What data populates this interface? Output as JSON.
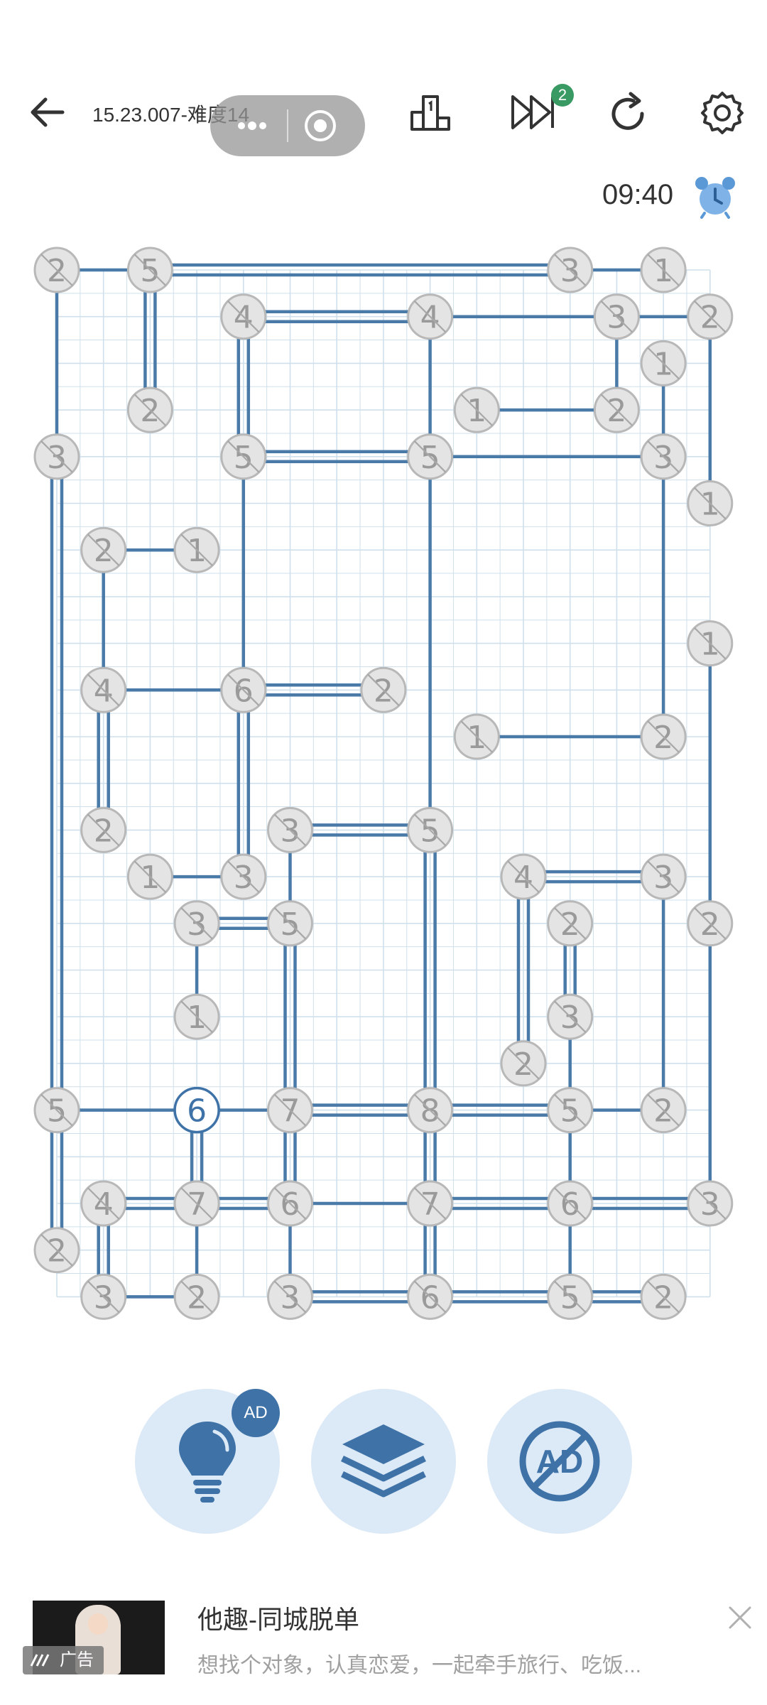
{
  "header": {
    "title": "15.23.007-难度14",
    "skip_badge_count": "2",
    "timer": "09:40"
  },
  "icons": {
    "back": "back-arrow-icon",
    "capsule_more": "more-dots-icon",
    "capsule_close": "target-close-icon",
    "rank": "podium-icon",
    "skip": "fast-forward-icon",
    "restart": "refresh-icon",
    "settings": "gear-icon",
    "alarm": "alarm-clock-icon",
    "hint": "light-bulb-icon",
    "layers": "layers-icon",
    "noad": "no-ad-icon",
    "close": "close-icon"
  },
  "colors": {
    "bridge": "#4a7aa8",
    "node_fill": "#e4e4e4",
    "node_stroke": "#b8b8b8",
    "node_active_stroke": "#3f73a8",
    "grid": "#cfe0ec",
    "button_bg": "#dce9f6",
    "accent": "#3f73a8",
    "badge_green": "#3a9a63"
  },
  "buttons": {
    "hint_ad_badge": "AD",
    "noad_label": "AD"
  },
  "puzzle": {
    "cols": 15,
    "rows": 23,
    "nodes": [
      {
        "c": 0,
        "r": 0,
        "v": "2"
      },
      {
        "c": 2,
        "r": 0,
        "v": "5"
      },
      {
        "c": 11,
        "r": 0,
        "v": "3"
      },
      {
        "c": 13,
        "r": 0,
        "v": "1"
      },
      {
        "c": 4,
        "r": 1,
        "v": "4"
      },
      {
        "c": 8,
        "r": 1,
        "v": "4"
      },
      {
        "c": 12,
        "r": 1,
        "v": "3"
      },
      {
        "c": 14,
        "r": 1,
        "v": "2"
      },
      {
        "c": 13,
        "r": 2,
        "v": "1"
      },
      {
        "c": 2,
        "r": 3,
        "v": "2"
      },
      {
        "c": 9,
        "r": 3,
        "v": "1"
      },
      {
        "c": 12,
        "r": 3,
        "v": "2"
      },
      {
        "c": 0,
        "r": 4,
        "v": "3"
      },
      {
        "c": 4,
        "r": 4,
        "v": "5"
      },
      {
        "c": 8,
        "r": 4,
        "v": "5"
      },
      {
        "c": 13,
        "r": 4,
        "v": "3"
      },
      {
        "c": 14,
        "r": 5,
        "v": "1"
      },
      {
        "c": 1,
        "r": 6,
        "v": "2"
      },
      {
        "c": 3,
        "r": 6,
        "v": "1"
      },
      {
        "c": 14,
        "r": 8,
        "v": "1"
      },
      {
        "c": 1,
        "r": 9,
        "v": "4"
      },
      {
        "c": 4,
        "r": 9,
        "v": "6"
      },
      {
        "c": 7,
        "r": 9,
        "v": "2"
      },
      {
        "c": 9,
        "r": 10,
        "v": "1"
      },
      {
        "c": 13,
        "r": 10,
        "v": "2"
      },
      {
        "c": 1,
        "r": 12,
        "v": "2"
      },
      {
        "c": 5,
        "r": 12,
        "v": "3"
      },
      {
        "c": 8,
        "r": 12,
        "v": "5"
      },
      {
        "c": 2,
        "r": 13,
        "v": "1"
      },
      {
        "c": 4,
        "r": 13,
        "v": "3"
      },
      {
        "c": 10,
        "r": 13,
        "v": "4"
      },
      {
        "c": 13,
        "r": 13,
        "v": "3"
      },
      {
        "c": 3,
        "r": 14,
        "v": "3"
      },
      {
        "c": 5,
        "r": 14,
        "v": "5"
      },
      {
        "c": 11,
        "r": 14,
        "v": "2"
      },
      {
        "c": 14,
        "r": 14,
        "v": "2"
      },
      {
        "c": 3,
        "r": 16,
        "v": "1"
      },
      {
        "c": 11,
        "r": 16,
        "v": "3"
      },
      {
        "c": 10,
        "r": 17,
        "v": "2"
      },
      {
        "c": 0,
        "r": 18,
        "v": "5"
      },
      {
        "c": 3,
        "r": 18,
        "v": "6",
        "active": true
      },
      {
        "c": 5,
        "r": 18,
        "v": "7"
      },
      {
        "c": 8,
        "r": 18,
        "v": "8"
      },
      {
        "c": 11,
        "r": 18,
        "v": "5"
      },
      {
        "c": 13,
        "r": 18,
        "v": "2"
      },
      {
        "c": 1,
        "r": 20,
        "v": "4"
      },
      {
        "c": 3,
        "r": 20,
        "v": "7"
      },
      {
        "c": 5,
        "r": 20,
        "v": "6"
      },
      {
        "c": 8,
        "r": 20,
        "v": "7"
      },
      {
        "c": 11,
        "r": 20,
        "v": "6"
      },
      {
        "c": 14,
        "r": 20,
        "v": "3"
      },
      {
        "c": 0,
        "r": 21,
        "v": "2"
      },
      {
        "c": 1,
        "r": 22,
        "v": "3"
      },
      {
        "c": 3,
        "r": 22,
        "v": "2"
      },
      {
        "c": 5,
        "r": 22,
        "v": "3"
      },
      {
        "c": 8,
        "r": 22,
        "v": "6"
      },
      {
        "c": 11,
        "r": 22,
        "v": "5"
      },
      {
        "c": 13,
        "r": 22,
        "v": "2"
      }
    ],
    "bridges": [
      {
        "a": [
          0,
          0
        ],
        "b": [
          2,
          0
        ],
        "n": 1
      },
      {
        "a": [
          2,
          0
        ],
        "b": [
          11,
          0
        ],
        "n": 2
      },
      {
        "a": [
          11,
          0
        ],
        "b": [
          13,
          0
        ],
        "n": 1
      },
      {
        "a": [
          0,
          0
        ],
        "b": [
          0,
          4
        ],
        "n": 1
      },
      {
        "a": [
          2,
          0
        ],
        "b": [
          2,
          3
        ],
        "n": 2
      },
      {
        "a": [
          4,
          1
        ],
        "b": [
          8,
          1
        ],
        "n": 2
      },
      {
        "a": [
          8,
          1
        ],
        "b": [
          12,
          1
        ],
        "n": 1
      },
      {
        "a": [
          12,
          1
        ],
        "b": [
          14,
          1
        ],
        "n": 1
      },
      {
        "a": [
          4,
          1
        ],
        "b": [
          4,
          4
        ],
        "n": 2
      },
      {
        "a": [
          8,
          1
        ],
        "b": [
          8,
          4
        ],
        "n": 1
      },
      {
        "a": [
          12,
          1
        ],
        "b": [
          12,
          3
        ],
        "n": 1
      },
      {
        "a": [
          14,
          1
        ],
        "b": [
          14,
          5
        ],
        "n": 1
      },
      {
        "a": [
          13,
          2
        ],
        "b": [
          13,
          4
        ],
        "n": 1
      },
      {
        "a": [
          9,
          3
        ],
        "b": [
          12,
          3
        ],
        "n": 1
      },
      {
        "a": [
          4,
          4
        ],
        "b": [
          8,
          4
        ],
        "n": 2
      },
      {
        "a": [
          8,
          4
        ],
        "b": [
          13,
          4
        ],
        "n": 1
      },
      {
        "a": [
          0,
          4
        ],
        "b": [
          0,
          18
        ],
        "n": 2
      },
      {
        "a": [
          4,
          4
        ],
        "b": [
          4,
          9
        ],
        "n": 1
      },
      {
        "a": [
          8,
          4
        ],
        "b": [
          8,
          12
        ],
        "n": 1
      },
      {
        "a": [
          13,
          4
        ],
        "b": [
          13,
          10
        ],
        "n": 1
      },
      {
        "a": [
          1,
          6
        ],
        "b": [
          3,
          6
        ],
        "n": 1
      },
      {
        "a": [
          1,
          6
        ],
        "b": [
          1,
          9
        ],
        "n": 1
      },
      {
        "a": [
          1,
          9
        ],
        "b": [
          4,
          9
        ],
        "n": 1
      },
      {
        "a": [
          4,
          9
        ],
        "b": [
          7,
          9
        ],
        "n": 2
      },
      {
        "a": [
          1,
          9
        ],
        "b": [
          1,
          12
        ],
        "n": 2
      },
      {
        "a": [
          4,
          9
        ],
        "b": [
          4,
          13
        ],
        "n": 2
      },
      {
        "a": [
          14,
          8
        ],
        "b": [
          14,
          14
        ],
        "n": 1
      },
      {
        "a": [
          9,
          10
        ],
        "b": [
          13,
          10
        ],
        "n": 1
      },
      {
        "a": [
          5,
          12
        ],
        "b": [
          8,
          12
        ],
        "n": 2
      },
      {
        "a": [
          5,
          12
        ],
        "b": [
          5,
          14
        ],
        "n": 1
      },
      {
        "a": [
          8,
          12
        ],
        "b": [
          8,
          18
        ],
        "n": 2
      },
      {
        "a": [
          2,
          13
        ],
        "b": [
          4,
          13
        ],
        "n": 1
      },
      {
        "a": [
          10,
          13
        ],
        "b": [
          13,
          13
        ],
        "n": 2
      },
      {
        "a": [
          10,
          13
        ],
        "b": [
          10,
          17
        ],
        "n": 2
      },
      {
        "a": [
          13,
          13
        ],
        "b": [
          13,
          18
        ],
        "n": 1
      },
      {
        "a": [
          3,
          14
        ],
        "b": [
          5,
          14
        ],
        "n": 2
      },
      {
        "a": [
          3,
          14
        ],
        "b": [
          3,
          16
        ],
        "n": 1
      },
      {
        "a": [
          5,
          14
        ],
        "b": [
          5,
          18
        ],
        "n": 2
      },
      {
        "a": [
          11,
          14
        ],
        "b": [
          11,
          16
        ],
        "n": 2
      },
      {
        "a": [
          11,
          16
        ],
        "b": [
          11,
          18
        ],
        "n": 1
      },
      {
        "a": [
          14,
          14
        ],
        "b": [
          14,
          20
        ],
        "n": 1
      },
      {
        "a": [
          0,
          18
        ],
        "b": [
          3,
          18
        ],
        "n": 1
      },
      {
        "a": [
          3,
          18
        ],
        "b": [
          5,
          18
        ],
        "n": 1
      },
      {
        "a": [
          5,
          18
        ],
        "b": [
          8,
          18
        ],
        "n": 2
      },
      {
        "a": [
          8,
          18
        ],
        "b": [
          11,
          18
        ],
        "n": 2
      },
      {
        "a": [
          11,
          18
        ],
        "b": [
          13,
          18
        ],
        "n": 1
      },
      {
        "a": [
          0,
          18
        ],
        "b": [
          0,
          21
        ],
        "n": 2
      },
      {
        "a": [
          3,
          18
        ],
        "b": [
          3,
          20
        ],
        "n": 2
      },
      {
        "a": [
          5,
          18
        ],
        "b": [
          5,
          20
        ],
        "n": 2
      },
      {
        "a": [
          8,
          18
        ],
        "b": [
          8,
          20
        ],
        "n": 2
      },
      {
        "a": [
          11,
          18
        ],
        "b": [
          11,
          20
        ],
        "n": 1
      },
      {
        "a": [
          1,
          20
        ],
        "b": [
          3,
          20
        ],
        "n": 2
      },
      {
        "a": [
          3,
          20
        ],
        "b": [
          5,
          20
        ],
        "n": 2
      },
      {
        "a": [
          5,
          20
        ],
        "b": [
          8,
          20
        ],
        "n": 1
      },
      {
        "a": [
          8,
          20
        ],
        "b": [
          11,
          20
        ],
        "n": 2
      },
      {
        "a": [
          11,
          20
        ],
        "b": [
          14,
          20
        ],
        "n": 2
      },
      {
        "a": [
          1,
          20
        ],
        "b": [
          1,
          22
        ],
        "n": 2
      },
      {
        "a": [
          3,
          20
        ],
        "b": [
          3,
          22
        ],
        "n": 1
      },
      {
        "a": [
          5,
          20
        ],
        "b": [
          5,
          22
        ],
        "n": 1
      },
      {
        "a": [
          8,
          20
        ],
        "b": [
          8,
          22
        ],
        "n": 2
      },
      {
        "a": [
          11,
          20
        ],
        "b": [
          11,
          22
        ],
        "n": 1
      },
      {
        "a": [
          1,
          22
        ],
        "b": [
          3,
          22
        ],
        "n": 1
      },
      {
        "a": [
          5,
          22
        ],
        "b": [
          8,
          22
        ],
        "n": 2
      },
      {
        "a": [
          8,
          22
        ],
        "b": [
          11,
          22
        ],
        "n": 2
      },
      {
        "a": [
          11,
          22
        ],
        "b": [
          13,
          22
        ],
        "n": 2
      }
    ]
  },
  "ad": {
    "label": "广告",
    "title": "他趣-同城脱单",
    "description": "想找个对象，认真恋爱，一起牵手旅行、吃饭..."
  }
}
